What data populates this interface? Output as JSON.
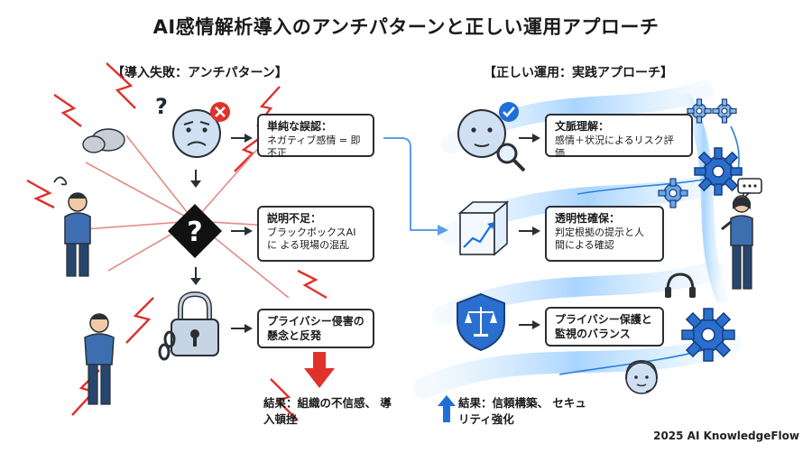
{
  "title": "AI感情解析導入のアンチパターンと正しい運用アプローチ",
  "left": {
    "heading": "【導入失敗：アンチパターン】",
    "boxes": [
      {
        "title": "単純な誤認：",
        "body": "ネガティブ感情 = 即不正"
      },
      {
        "title": "説明不足：",
        "body": "ブラックボックスAIに よる現場の混乱"
      },
      {
        "title": "プライバシー侵害の 懸念と反発",
        "body": ""
      }
    ],
    "result": "結果：組織の不信感、 導入頓挫"
  },
  "right": {
    "heading": "【正しい運用：実践アプローチ】",
    "boxes": [
      {
        "title": "文脈理解：",
        "body": "感情＋状況によるリスク評価"
      },
      {
        "title": "透明性確保：",
        "body": "判定根拠の提示と人 間による確認"
      },
      {
        "title": "プライバシー保護と 監視のバランス",
        "body": ""
      }
    ],
    "result": "結果：信頼構築、 セキュリティ強化"
  },
  "watermark": "2025 AI KnowledgeFlow",
  "colors": {
    "danger": "#e0312b",
    "accent": "#1e6fd9",
    "dark": "#2a2f36",
    "glow": "#bfe0ff"
  }
}
